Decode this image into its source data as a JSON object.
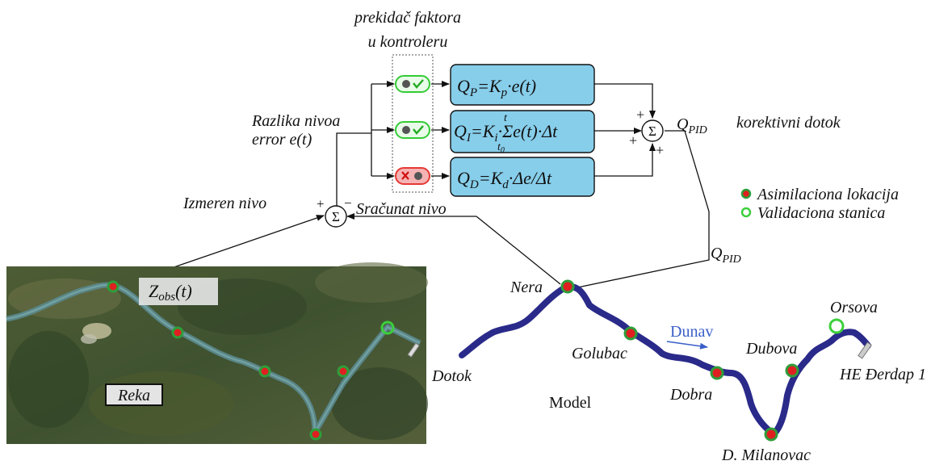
{
  "switch_title": {
    "line1": "prekidač faktora",
    "line2": "u kontroleru"
  },
  "controller": {
    "p": {
      "q": "Q",
      "sub": "P",
      "formula": "=K",
      "ksub": "p",
      "rest": "·e(t)"
    },
    "i": {
      "q": "Q",
      "sub": "I",
      "formula": "=K",
      "ksub": "i",
      "sigma": "·Σ",
      "top": "t",
      "bottom": "t",
      "bottomsub": "0",
      "rest": "e(t)·Δt"
    },
    "d": {
      "q": "Q",
      "sub": "D",
      "formula": "=K",
      "ksub": "d",
      "rest": "·Δe/Δt"
    }
  },
  "error_label": {
    "line1": "Razlika nivoa",
    "line2": "error e(t)"
  },
  "sum_symbol": "Σ",
  "signs": {
    "plus": "+",
    "minus": "−"
  },
  "q_pid": {
    "q": "Q",
    "sub": "PID"
  },
  "korektivni_label": "korektivni dotok",
  "measured_label": "Izmeren nivo",
  "computed_label": "Sračunat nivo",
  "legend": {
    "assimilation": "Asimilaciona lokacija",
    "validation": "Validaciona stanica"
  },
  "map": {
    "zobs": "Z",
    "zobs_sub": "obs",
    "zobs_rest": "(t)",
    "reka": "Reka"
  },
  "model": {
    "label": "Model",
    "river": "Dunav",
    "places": [
      "Nera",
      "Golubac",
      "Dobra",
      "Dubova",
      "D. Milanovac",
      "Orsova",
      "HE Đerdap 1",
      "Dotok"
    ]
  },
  "colors": {
    "box_fill": "#87CEEB",
    "river_model": "#2a2a8a",
    "assim_dot": "#e02020",
    "assim_ring": "#2e9e3a",
    "valid_ring": "#3ccf3c",
    "switch_on": "#33cc33",
    "switch_off": "#e53935"
  }
}
